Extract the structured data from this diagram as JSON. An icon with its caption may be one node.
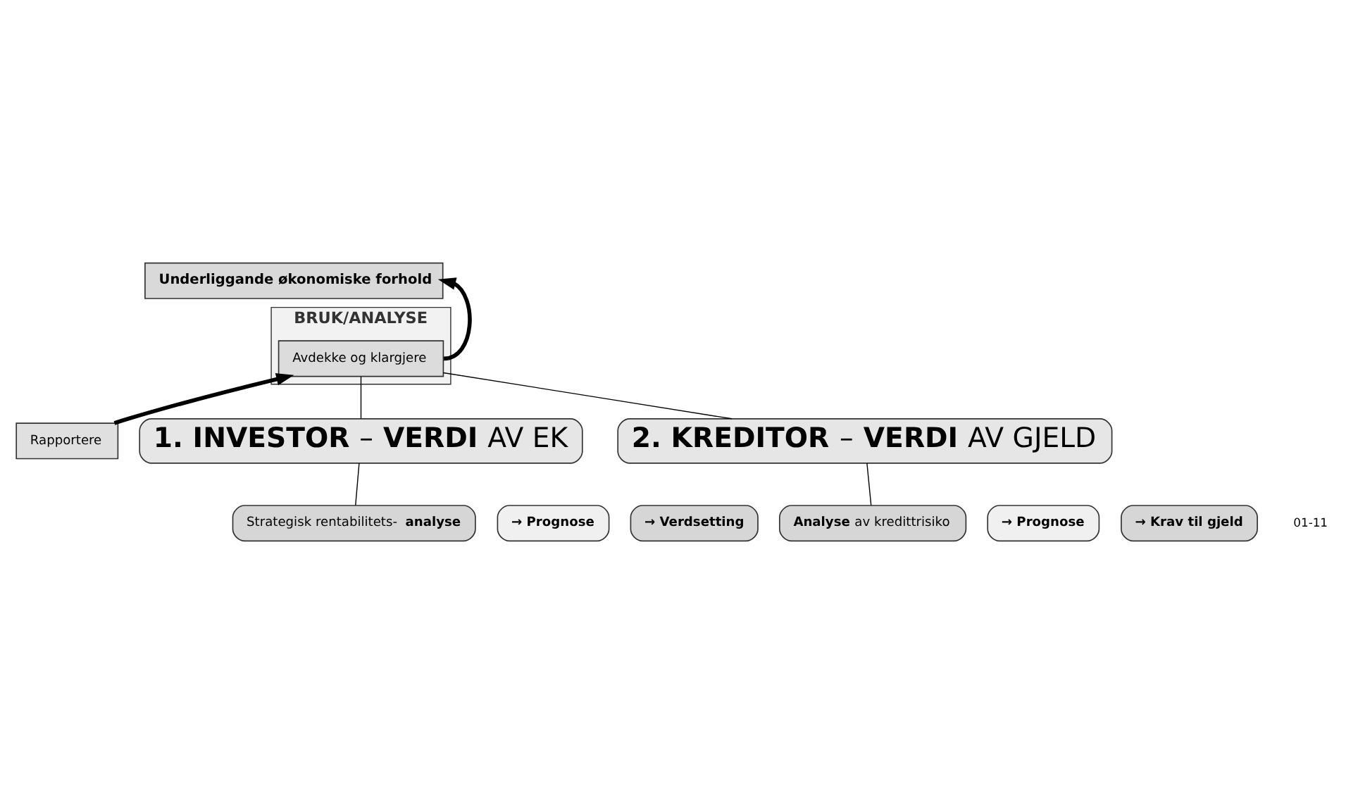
{
  "diagram": {
    "nodes": [
      {
        "text": [
          "BRUK/ANALYSE"
        ]
      },
      {
        "text": [
          "Underliggande økonomiske forhold"
        ]
      },
      {
        "text": [
          "Avdekke og klargjere"
        ],
        "in": 0
      },
      {
        "text": [
          "Rapportere"
        ]
      },
      {
        "text": [
          "**1. INVESTOR** – **VERDI** AV EK"
        ]
      },
      {
        "text": [
          "Strategisk rentabilitets- **analyse**"
        ]
      },
      {
        "text": [
          "→ Prognose"
        ]
      },
      {
        "text": [
          "→ Verdsetting"
        ]
      },
      {
        "text": [
          "**2. KREDITOR** – **VERDI** AV GJELD"
        ]
      },
      {
        "text": [
          "**Analyse** av kredittrisiko"
        ]
      },
      {
        "text": [
          "→ Prognose"
        ]
      },
      {
        "text": [
          "→ Krav til gjeld"
        ]
      }
    ],
    "edges": [
      {
        "from": 3,
        "to": 2,
        "arrow": "to",
        "style": "thick"
      },
      {
        "from": 2,
        "to": 1,
        "arrow": "to",
        "style": "thick"
      },
      {
        "from": 4,
        "to": 2,
        "arrow": "none"
      },
      {
        "from": 5,
        "to": 4,
        "arrow": "none"
      },
      {
        "from": 8,
        "to": 2,
        "arrow": "none"
      },
      {
        "from": 9,
        "to": 8,
        "arrow": "none"
      }
    ],
    "labels": [
      "01-11"
    ]
  }
}
